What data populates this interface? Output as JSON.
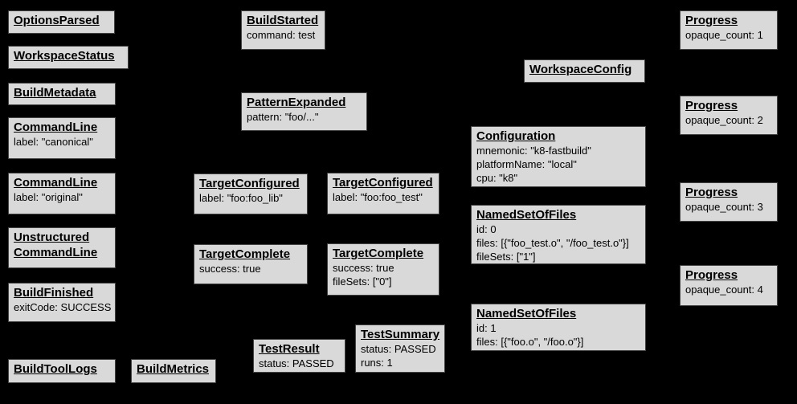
{
  "colors": {
    "background": "#000000",
    "node_fill": "#d9d9d9",
    "node_border": "#434343",
    "text": "#000000"
  },
  "nodes": [
    {
      "id": "options-parsed",
      "title": [
        "OptionsParsed"
      ],
      "body": []
    },
    {
      "id": "workspace-status",
      "title": [
        "WorkspaceStatus"
      ],
      "body": []
    },
    {
      "id": "build-metadata",
      "title": [
        "BuildMetadata"
      ],
      "body": []
    },
    {
      "id": "command-line-canonical",
      "title": [
        "CommandLine"
      ],
      "body": [
        "label: \"canonical\""
      ]
    },
    {
      "id": "command-line-original",
      "title": [
        "CommandLine"
      ],
      "body": [
        "label: \"original\""
      ]
    },
    {
      "id": "unstructured-command-line",
      "title": [
        "Unstructured",
        "CommandLine"
      ],
      "body": []
    },
    {
      "id": "build-finished",
      "title": [
        "BuildFinished"
      ],
      "body": [
        "exitCode: SUCCESS"
      ]
    },
    {
      "id": "build-tool-logs",
      "title": [
        "BuildToolLogs"
      ],
      "body": []
    },
    {
      "id": "build-metrics",
      "title": [
        "BuildMetrics"
      ],
      "body": []
    },
    {
      "id": "build-started",
      "title": [
        "BuildStarted"
      ],
      "body": [
        "command: test"
      ]
    },
    {
      "id": "pattern-expanded",
      "title": [
        "PatternExpanded"
      ],
      "body": [
        "pattern: \"foo/...\""
      ]
    },
    {
      "id": "target-configured-foo-lib",
      "title": [
        "TargetConfigured"
      ],
      "body": [
        "label: \"foo:foo_lib\""
      ]
    },
    {
      "id": "target-configured-foo-test",
      "title": [
        "TargetConfigured"
      ],
      "body": [
        "label: \"foo:foo_test\""
      ]
    },
    {
      "id": "target-complete-foo-lib",
      "title": [
        "TargetComplete"
      ],
      "body": [
        "success: true"
      ]
    },
    {
      "id": "target-complete-foo-test",
      "title": [
        "TargetComplete"
      ],
      "body": [
        "success: true",
        "fileSets: [\"0\"]"
      ]
    },
    {
      "id": "test-result",
      "title": [
        "TestResult"
      ],
      "body": [
        "status: PASSED"
      ]
    },
    {
      "id": "test-summary",
      "title": [
        "TestSummary"
      ],
      "body": [
        "status: PASSED",
        "runs: 1"
      ]
    },
    {
      "id": "workspace-config",
      "title": [
        "WorkspaceConfig"
      ],
      "body": []
    },
    {
      "id": "configuration",
      "title": [
        "Configuration"
      ],
      "body": [
        "mnemonic: \"k8-fastbuild\"",
        "platformName: \"local\"",
        "cpu: \"k8\""
      ]
    },
    {
      "id": "named-set-of-files-0",
      "title": [
        "NamedSetOfFiles"
      ],
      "body": [
        "id: 0",
        "files: [{\"foo_test.o\", \"/foo_test.o\"}]",
        "fileSets: [\"1\"]"
      ]
    },
    {
      "id": "named-set-of-files-1",
      "title": [
        "NamedSetOfFiles"
      ],
      "body": [
        "id: 1",
        "files: [{\"foo.o\", \"/foo.o\"}]"
      ]
    },
    {
      "id": "progress-1",
      "title": [
        "Progress"
      ],
      "body": [
        "opaque_count: 1"
      ]
    },
    {
      "id": "progress-2",
      "title": [
        "Progress"
      ],
      "body": [
        "opaque_count: 2"
      ]
    },
    {
      "id": "progress-3",
      "title": [
        "Progress"
      ],
      "body": [
        "opaque_count: 3"
      ]
    },
    {
      "id": "progress-4",
      "title": [
        "Progress"
      ],
      "body": [
        "opaque_count: 4"
      ]
    }
  ]
}
